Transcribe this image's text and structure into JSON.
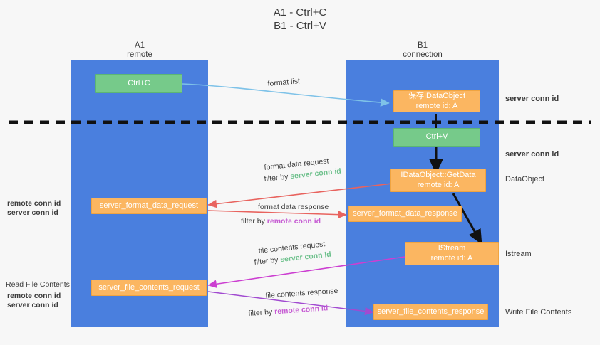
{
  "title": {
    "line1": "A1 - Ctrl+C",
    "line2": "B1 - Ctrl+V"
  },
  "lanes": [
    {
      "name": "A1",
      "sub": "remote"
    },
    {
      "name": "B1",
      "sub": "connection"
    }
  ],
  "boxes": {
    "ctrl_c": "Ctrl+C",
    "save_idataobject_l1": "保存IDataObject",
    "save_idataobject_l2": "remote id: A",
    "ctrl_v": "Ctrl+V",
    "getdata_l1": "IDataObject::GetData",
    "getdata_l2": "remote id: A",
    "server_format_data_request": "server_format_data_request",
    "server_format_data_response": "server_format_data_response",
    "istream_l1": "IStream",
    "istream_l2": "remote id: A",
    "server_file_contents_request": "server_file_contents_request",
    "server_file_contents_response": "server_file_contents_response"
  },
  "edges": {
    "format_list": "format list",
    "format_data_request": "format data request",
    "format_data_request_filter_prefix": "filter by ",
    "format_data_request_filter_value": "server conn id",
    "format_data_response": "format data response",
    "format_data_response_filter_prefix": "filter by ",
    "format_data_response_filter_value": "remote conn id",
    "file_contents_request": "file contents request",
    "file_contents_request_filter_prefix": "filter by ",
    "file_contents_request_filter_value": "server conn id",
    "file_contents_response": "file contents response",
    "file_contents_response_filter_prefix": "filter by ",
    "file_contents_response_filter_value": "remote conn id"
  },
  "right_labels": {
    "server_conn_id_top": "server conn id",
    "server_conn_id_mid": "server conn id",
    "dataobject": "DataObject",
    "istream": "Istream",
    "write_file_contents": "Write File Contents"
  },
  "left_labels": {
    "remote_conn_id_1": "remote conn id",
    "server_conn_id_1": "server conn id",
    "read_file_contents": "Read File Contents",
    "remote_conn_id_2": "remote conn id",
    "server_conn_id_2": "server conn id"
  },
  "colors": {
    "lane": "#4a7fde",
    "green_box": "#76ca8a",
    "orange_box": "#fbb661",
    "green_text": "#6cc08b",
    "magenta_text": "#c65bd3",
    "arrow_blue": "#7ec2e8",
    "arrow_red": "#e8635e",
    "arrow_magenta": "#cc3fd1",
    "arrow_purple": "#a14ad0",
    "arrow_black": "#111111",
    "divider": "#111111"
  }
}
